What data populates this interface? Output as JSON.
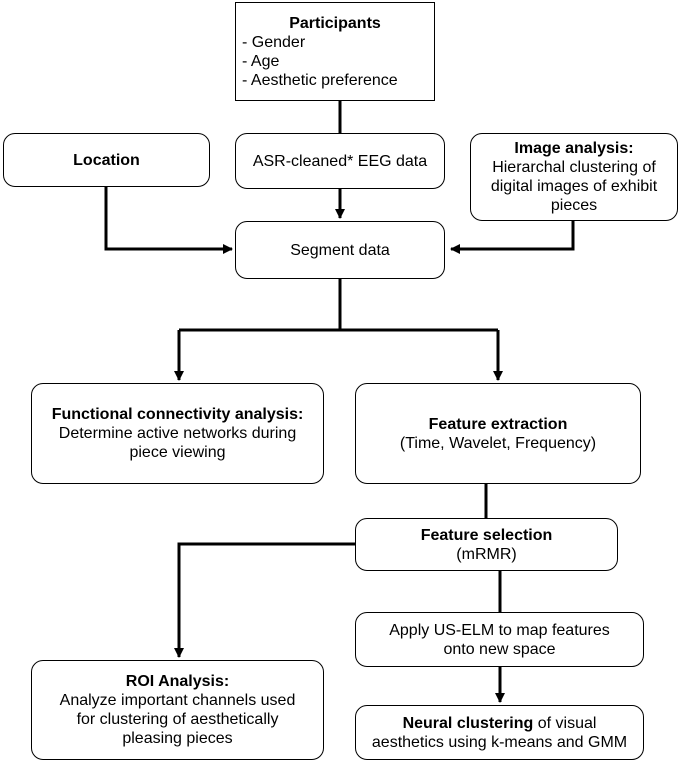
{
  "participants": {
    "title": "Participants",
    "items": [
      "- Gender",
      "- Age",
      "- Aesthetic preference"
    ]
  },
  "location": {
    "title": "Location"
  },
  "eeg": {
    "text": "ASR-cleaned* EEG data"
  },
  "image_analysis": {
    "title": "Image analysis:",
    "lines": [
      "Hierarchal clustering of",
      "digital images of exhibit",
      "pieces"
    ]
  },
  "segment": {
    "text": "Segment data"
  },
  "connectivity": {
    "title": "Functional connectivity analysis:",
    "lines": [
      "Determine active networks during",
      "piece viewing"
    ]
  },
  "feature_extraction": {
    "title": "Feature extraction",
    "sub": "(Time, Wavelet, Frequency)"
  },
  "feature_selection": {
    "title": "Feature selection",
    "sub": "(mRMR)"
  },
  "us_elm": {
    "lines": [
      "Apply US-ELM to map features",
      "onto new space"
    ]
  },
  "roi": {
    "title": "ROI Analysis:",
    "lines": [
      "Analyze important channels used",
      "for clustering of aesthetically",
      "pleasing pieces"
    ]
  },
  "neural": {
    "bold": "Neural clustering",
    "rest": " of visual",
    "line2": "aesthetics using k-means and GMM"
  }
}
